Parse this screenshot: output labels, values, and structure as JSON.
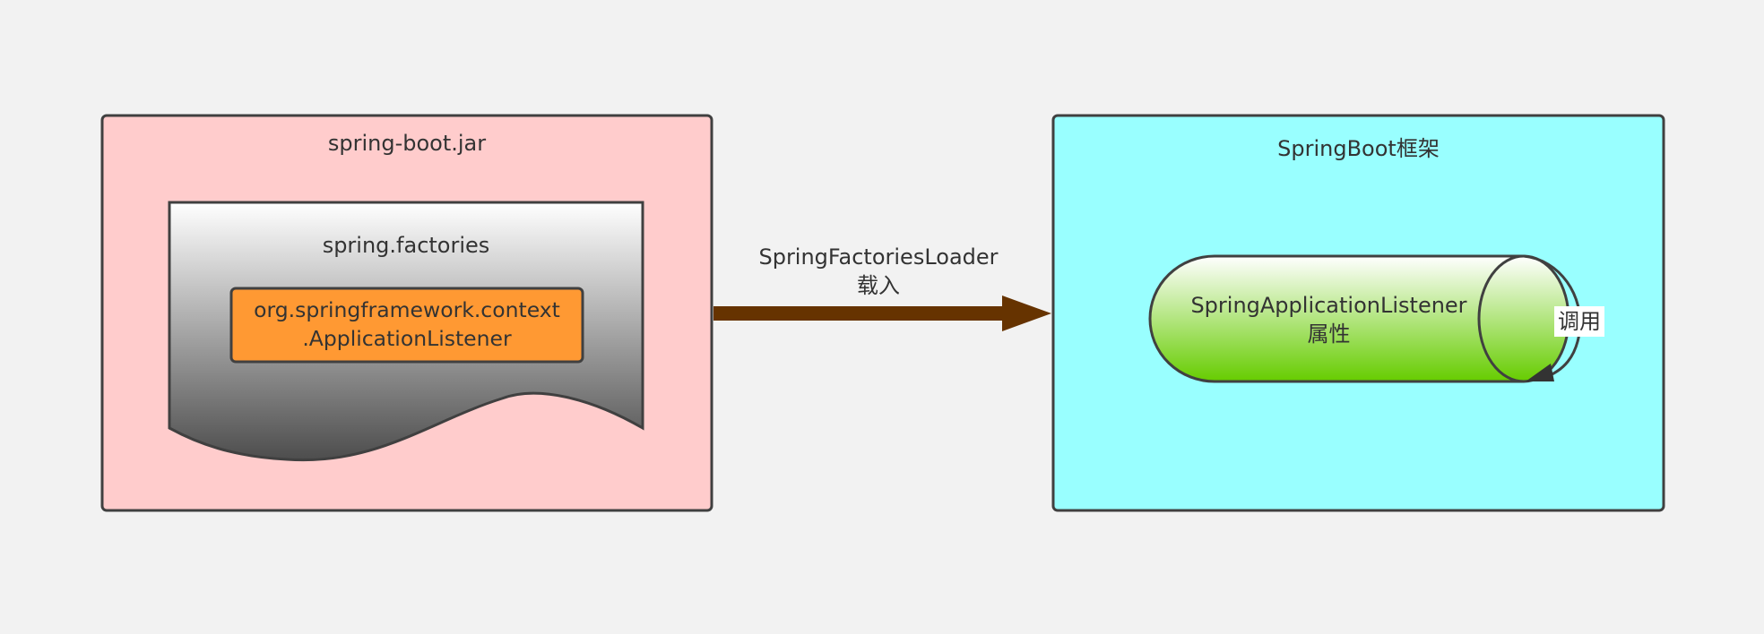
{
  "jar_box": {
    "title": "spring-boot.jar",
    "fill": "#ffcccc",
    "document": {
      "title": "spring.factories",
      "entry": {
        "line1": "org.springframework.context",
        "line2": ".ApplicationListener",
        "fill": "#ff9933"
      }
    }
  },
  "connector": {
    "label_line1": "SpringFactoriesLoader",
    "label_line2": "载入",
    "color": "#663300"
  },
  "framework_box": {
    "title": "SpringBoot框架",
    "fill": "#99ffff",
    "cylinder": {
      "line1": "SpringApplicationListener",
      "line2": "属性",
      "gradient_top": "#ffffff",
      "gradient_bottom": "#66cc00"
    },
    "loop_label": "调用"
  },
  "colors": {
    "stroke": "#404040",
    "background": "#f2f2f2"
  }
}
